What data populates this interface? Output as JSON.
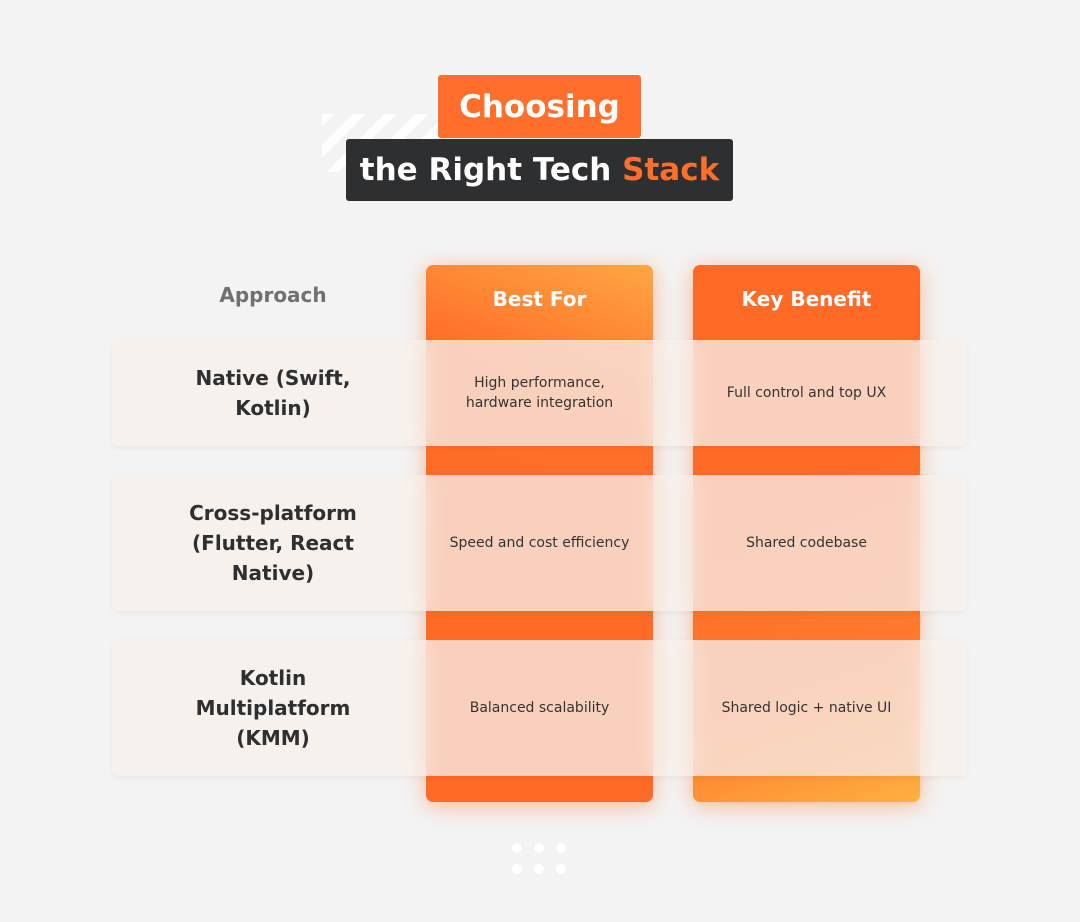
{
  "title": {
    "line1": "Choosing",
    "line2_main": "the Right Tech ",
    "line2_accent": "Stack"
  },
  "columns": {
    "approach": "Approach",
    "best_for": "Best For",
    "key_benefit": "Key Benefit"
  },
  "rows": [
    {
      "approach": "Native (Swift, Kotlin)",
      "best_for": "High performance, hardware integration",
      "key_benefit": "Full control and top UX"
    },
    {
      "approach": "Cross-platform (Flutter, React Native)",
      "best_for": "Speed and cost efficiency",
      "key_benefit": "Shared codebase"
    },
    {
      "approach": "Kotlin Multiplatform (KMM)",
      "best_for": "Balanced scalability",
      "key_benefit": "Shared logic + native UI"
    }
  ],
  "colors": {
    "accent": "#ff6e2a",
    "dark": "#2e2f31",
    "background": "#f3f3f3"
  }
}
